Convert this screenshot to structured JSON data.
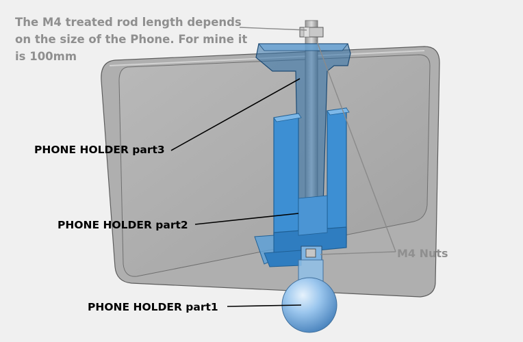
{
  "annotations": {
    "rod_note": "The M4 treated rod length depends\non the size of the Phone. For mine it\nis 100mm",
    "part3": "PHONE HOLDER part3",
    "part2": "PHONE HOLDER part2",
    "part1": "PHONE HOLDER part1",
    "nuts": "M4 Nuts"
  },
  "colors": {
    "background": "#f0f0f0",
    "phone_body": "#8e8e8e",
    "phone_screen": "#a9a9a9",
    "holder_blue": "#3f8fd1",
    "holder_dark": "#1f5f94",
    "ball_blue": "#9cc7ee",
    "leader_black": "#000000",
    "leader_gray": "#8a8a8a"
  }
}
